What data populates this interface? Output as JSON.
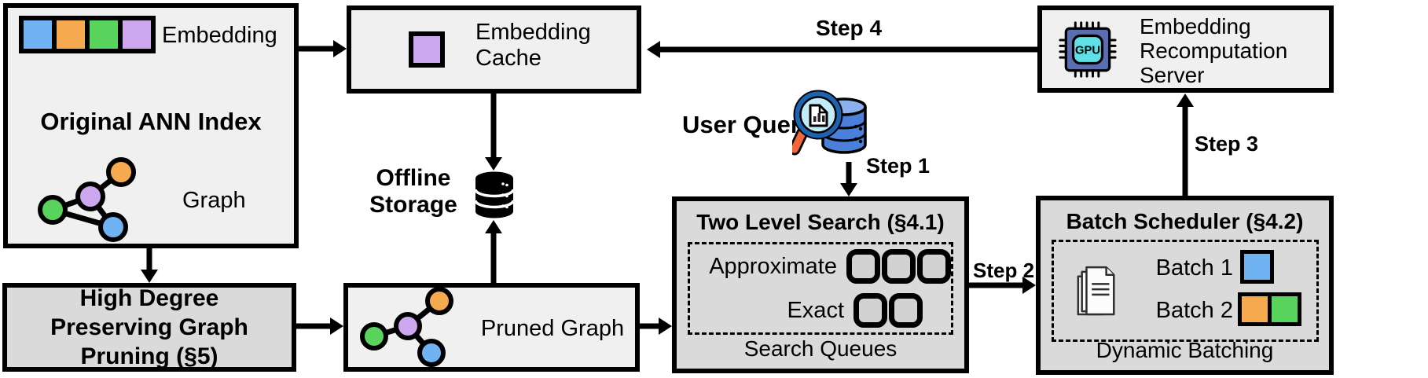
{
  "palette": {
    "box_light": "#f0f0f0",
    "box_gray": "#dadada",
    "outline": "#000000",
    "blue": "#6fb3f2",
    "orange": "#f6aa4f",
    "green": "#58d35b",
    "purple": "#cda6f0",
    "chip_body": "#5b6db1",
    "chip_core": "#5ee0e6",
    "magnifier_rim": "#1e63b0",
    "lens_fill": "#c2ebf8",
    "handle_orange": "#f2683a",
    "db_blue": "#4a80d9",
    "db_blue_top": "#8cb0ec"
  },
  "original_index": {
    "title": "Original ANN Index",
    "embedding_label": "Embedding",
    "graph_label": "Graph",
    "embedding_colors": [
      "blue",
      "orange",
      "green",
      "purple"
    ]
  },
  "embedding_cache": {
    "label": "Embedding Cache"
  },
  "offline_storage": {
    "label": "Offline Storage"
  },
  "graph_pruning": {
    "label": "High Degree Preserving Graph Pruning (§5)"
  },
  "pruned_graph": {
    "label": "Pruned Graph"
  },
  "user_query": {
    "label": "User Query"
  },
  "two_level_search": {
    "title": "Two Level Search (§4.1)",
    "rows": [
      {
        "label": "Approximate",
        "slots": 3
      },
      {
        "label": "Exact",
        "slots": 2
      }
    ],
    "caption": "Search Queues"
  },
  "batch_scheduler": {
    "title": "Batch Scheduler (§4.2)",
    "batches": [
      {
        "label": "Batch 1",
        "colors": [
          "blue"
        ]
      },
      {
        "label": "Batch 2",
        "colors": [
          "orange",
          "green"
        ]
      }
    ],
    "caption": "Dynamic Batching"
  },
  "recomputation_server": {
    "label": "Embedding Recomputation Server",
    "chip_label": "GPU"
  },
  "steps": {
    "s1": "Step 1",
    "s2": "Step 2",
    "s3": "Step 3",
    "s4": "Step 4"
  }
}
